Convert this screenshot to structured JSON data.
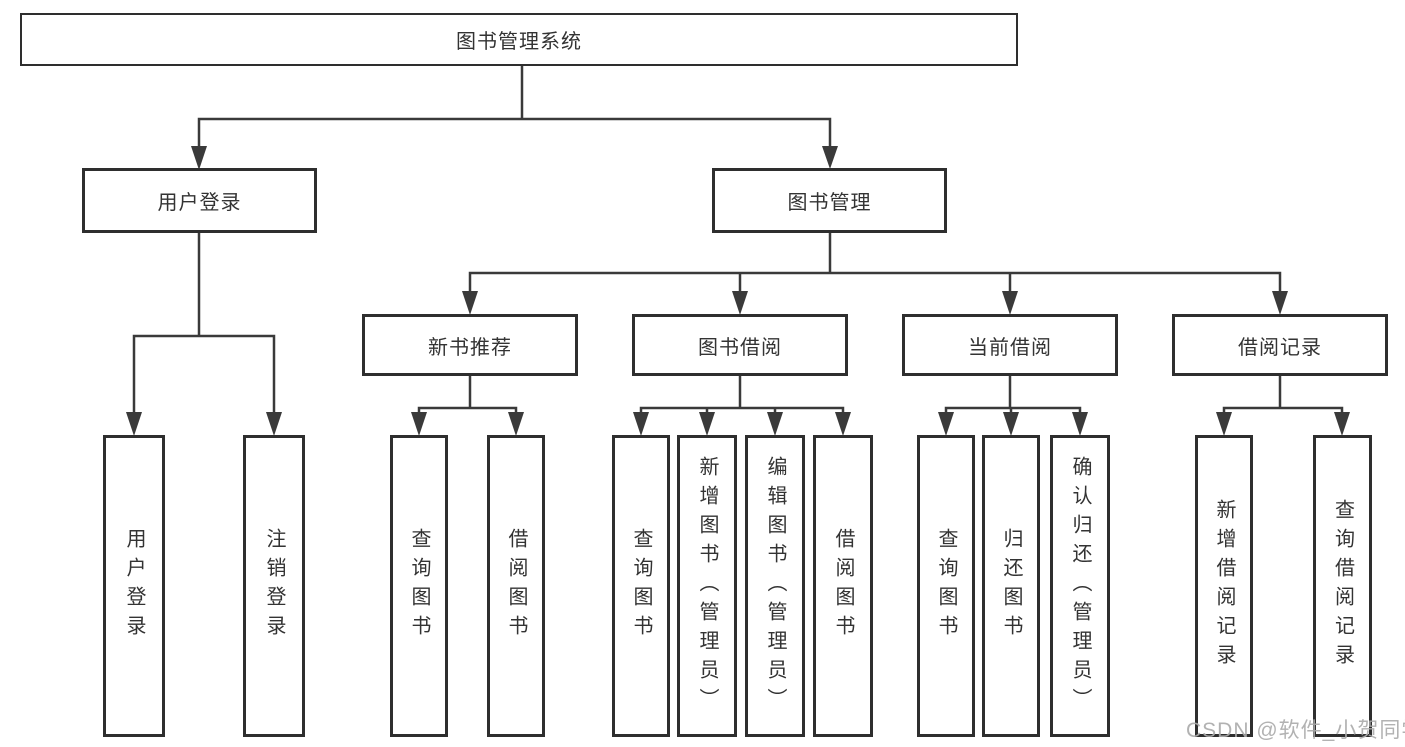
{
  "page": {
    "background": "#ffffff",
    "line_color": "#3a3a3a",
    "border_color": "#2e2e2e",
    "text_color": "#333333"
  },
  "watermark": {
    "text": "CSDN @软件_小贺同学",
    "color": "#ababab"
  },
  "nodes": {
    "root": {
      "label": "图书管理系统"
    },
    "user_login": {
      "label": "用户登录"
    },
    "book_management": {
      "label": "图书管理"
    },
    "new_book_recommend": {
      "label": "新书推荐"
    },
    "book_borrow": {
      "label": "图书借阅"
    },
    "current_borrow": {
      "label": "当前借阅"
    },
    "borrow_records": {
      "label": "借阅记录"
    },
    "leaf_user_login": {
      "label": "用户登录"
    },
    "leaf_logout": {
      "label": "注销登录"
    },
    "leaf_recommend_query_book": {
      "label": "查询图书"
    },
    "leaf_recommend_borrow_book": {
      "label": "借阅图书"
    },
    "leaf_borrow_query_book": {
      "label": "查询图书"
    },
    "leaf_borrow_add_book": {
      "label": "新增图书（管理员）"
    },
    "leaf_borrow_edit_book": {
      "label": "编辑图书（管理员）"
    },
    "leaf_borrow_borrow_book": {
      "label": "借阅图书"
    },
    "leaf_current_query_book": {
      "label": "查询图书"
    },
    "leaf_current_return_book": {
      "label": "归还图书"
    },
    "leaf_current_confirm_return": {
      "label": "确认归还（管理员）"
    },
    "leaf_records_add_record": {
      "label": "新增借阅记录"
    },
    "leaf_records_query_record": {
      "label": "查询借阅记录"
    }
  }
}
